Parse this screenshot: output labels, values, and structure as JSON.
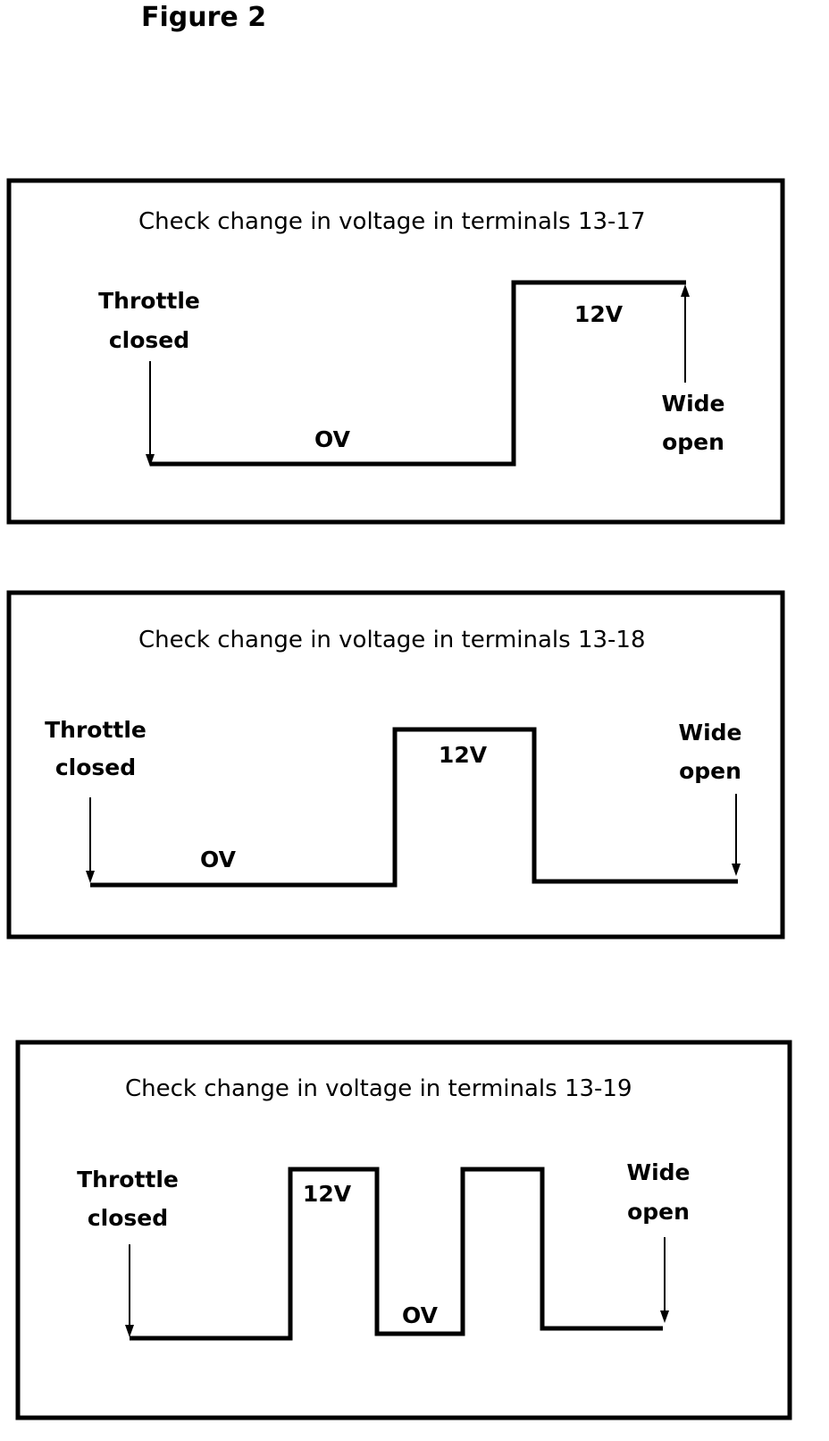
{
  "figure_title": "Figure 2",
  "panels": [
    {
      "title": "Check change in voltage in terminals 13-17",
      "start_label": [
        "Throttle",
        "closed"
      ],
      "end_label": [
        "Wide",
        "open"
      ],
      "high_label": "12V",
      "low_label": "OV"
    },
    {
      "title": "Check change in voltage in terminals 13-18",
      "start_label": [
        "Throttle",
        "closed"
      ],
      "end_label": [
        "Wide",
        "open"
      ],
      "high_label": "12V",
      "low_label": "OV"
    },
    {
      "title": "Check change in voltage in terminals 13-19",
      "start_label": [
        "Throttle",
        "closed"
      ],
      "end_label": [
        "Wide",
        "open"
      ],
      "high_label": "12V",
      "low_label": "OV"
    }
  ]
}
